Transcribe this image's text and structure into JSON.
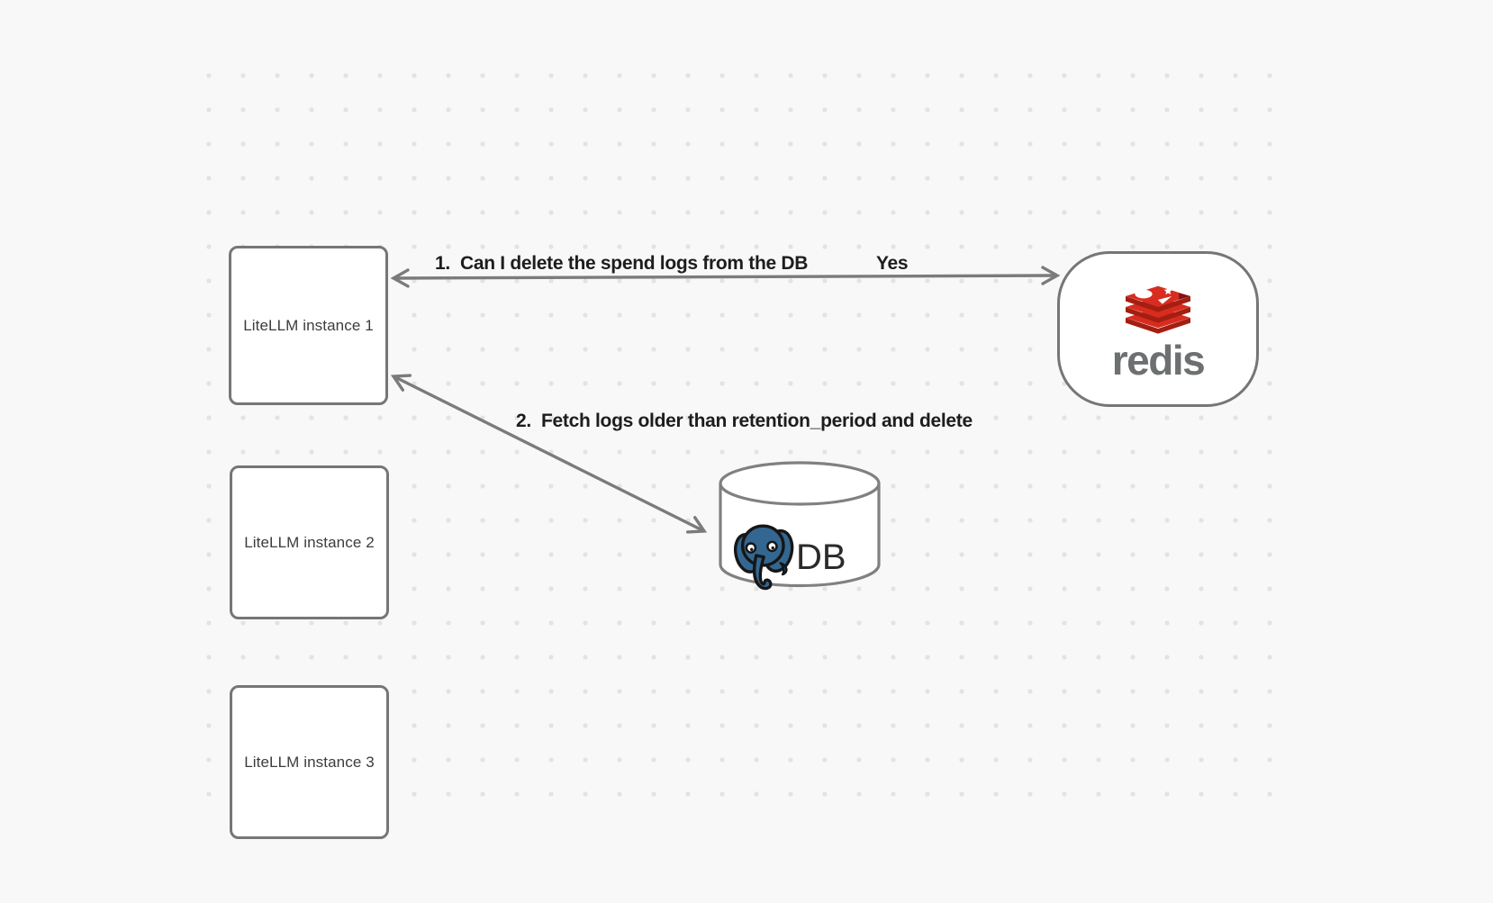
{
  "diagram": {
    "colors": {
      "background": "#f8f8f8",
      "dot": "#e3e3e3",
      "node_stroke": "#767676",
      "arrow": "#7b7b7b",
      "edge_label_text": "#1d1d1d",
      "redis_red": "#D82C20",
      "redis_dark_red": "#A41E11",
      "redis_wordmark_gray": "#6d7071",
      "postgres_blue": "#336791"
    },
    "nodes": {
      "litellm_instances": [
        {
          "label": "LiteLLM instance 1"
        },
        {
          "label": "LiteLLM instance 2"
        },
        {
          "label": "LiteLLM instance 3"
        }
      ],
      "redis": {
        "wordmark": "redis"
      },
      "db": {
        "label": "DB"
      }
    },
    "edges": [
      {
        "label": "1.  Can I delete the spend logs from the DB",
        "reply": "Yes",
        "from": "LiteLLM instance 1",
        "to": "redis",
        "arrows": "both-ends"
      },
      {
        "label": "2.  Fetch logs older than retention_period and delete",
        "from": "LiteLLM instance 1",
        "to": "DB",
        "arrows": "both-ends"
      }
    ]
  }
}
